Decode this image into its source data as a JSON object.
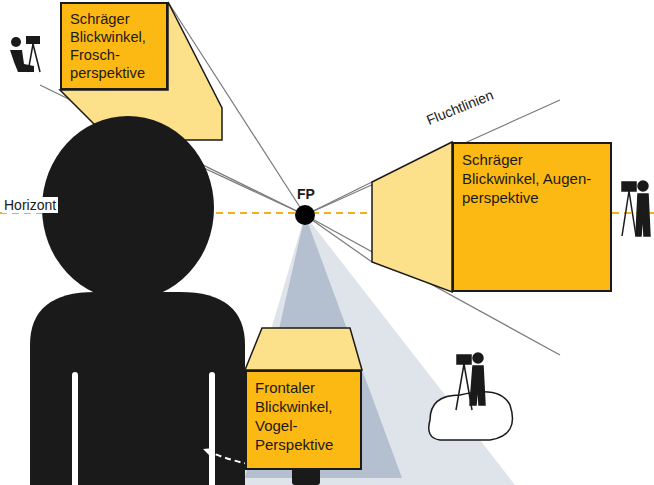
{
  "diagram": {
    "nodes": [
      {
        "text": [
          "Schräger Blickwinkel, Frosch­perspektive"
        ]
      },
      {
        "text": [
          "Schräger Blickwinkel, Augen­perspektive"
        ]
      },
      {
        "text": [
          "Frontaler Blickwinkel, Vogel-Perspektive"
        ]
      }
    ],
    "edges": [],
    "labels": [
      "FP",
      "Horizont",
      "Fluchtlinien"
    ]
  }
}
